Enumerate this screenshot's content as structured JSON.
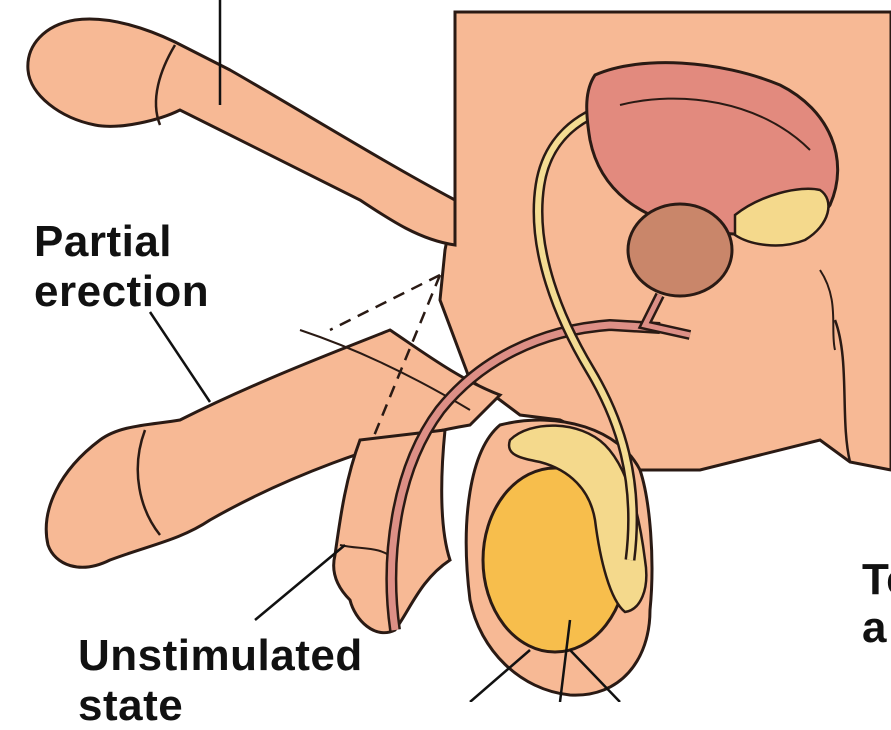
{
  "labels": {
    "partial_erection": [
      "Partial",
      "erection"
    ],
    "unstimulated_state": [
      "Unstimulated",
      "state"
    ],
    "right_partial": [
      "Te",
      "a"
    ]
  },
  "colors": {
    "skin": "#f7b995",
    "outline": "#2a1a14",
    "bladder": "#e28a7e",
    "prostate": "#c9866a",
    "duct": "#f4dc93",
    "testis": "#f7be4c",
    "epididymis": "#f4d98c",
    "urethra": "#dd8f86"
  }
}
